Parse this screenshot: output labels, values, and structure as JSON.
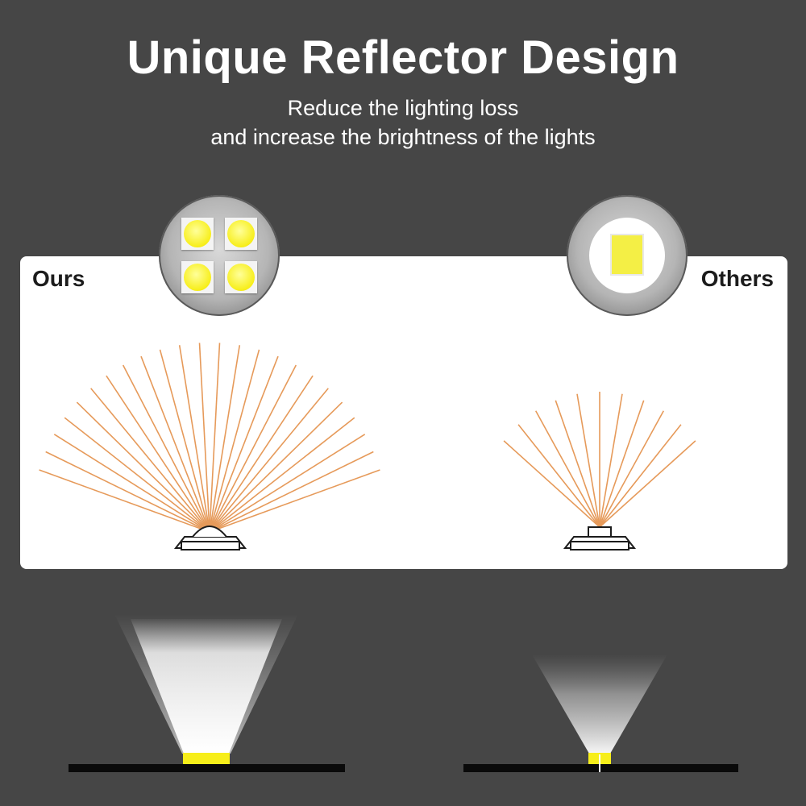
{
  "header": {
    "title": "Unique Reflector Design",
    "subtitle_line1": "Reduce the lighting loss",
    "subtitle_line2": "and increase the brightness of the lights"
  },
  "comparison": {
    "ours_label": "Ours",
    "others_label": "Others"
  },
  "colors": {
    "background": "#464646",
    "panel": "#ffffff",
    "ray": "#e69a5a",
    "led_yellow": "#f7ee1a",
    "text_light": "#ffffff",
    "text_dark": "#1c1c1c"
  },
  "illustration": {
    "ours_ray_count": 24,
    "others_ray_count": 11
  }
}
